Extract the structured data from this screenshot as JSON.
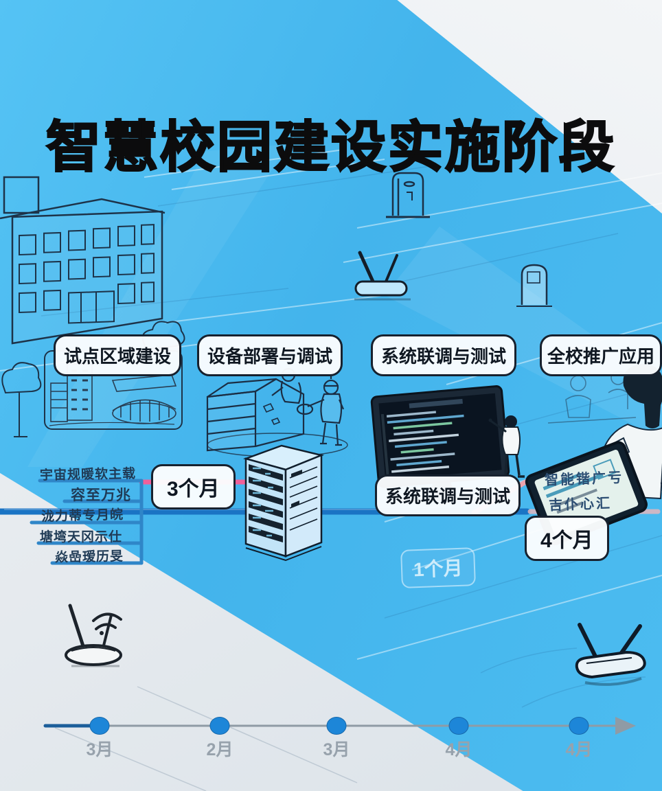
{
  "title": "智慧校园建设实施阶段",
  "phases": [
    {
      "label": "试点区域建设"
    },
    {
      "label": "设备部署与调试"
    },
    {
      "label": "系统联调与测试"
    },
    {
      "label": "全校推广应用"
    }
  ],
  "phase3_caption": "系统联调与测试",
  "durations": {
    "pilot": "3个月",
    "faint": "1个月",
    "rollout": "4个月"
  },
  "left_notes": [
    "宇宙规暖软主载",
    "容至万兆",
    "泷力蒂专月皖",
    "塘塆天冈示仕",
    "焱嵒瑷历旻"
  ],
  "right_notes": [
    "智能锴广亏",
    "吉仆心汇"
  ],
  "timeline": {
    "months": [
      "3月",
      "2月",
      "3月",
      "4月",
      "4月"
    ]
  },
  "colors": {
    "background_blue": "#47b7ee",
    "light_panel": "#e9edf1",
    "accent_pink": "#f0609a",
    "accent_blue_line": "#1a74c4",
    "timeline_dot": "#1d86d8",
    "ink": "#1c2f45"
  }
}
